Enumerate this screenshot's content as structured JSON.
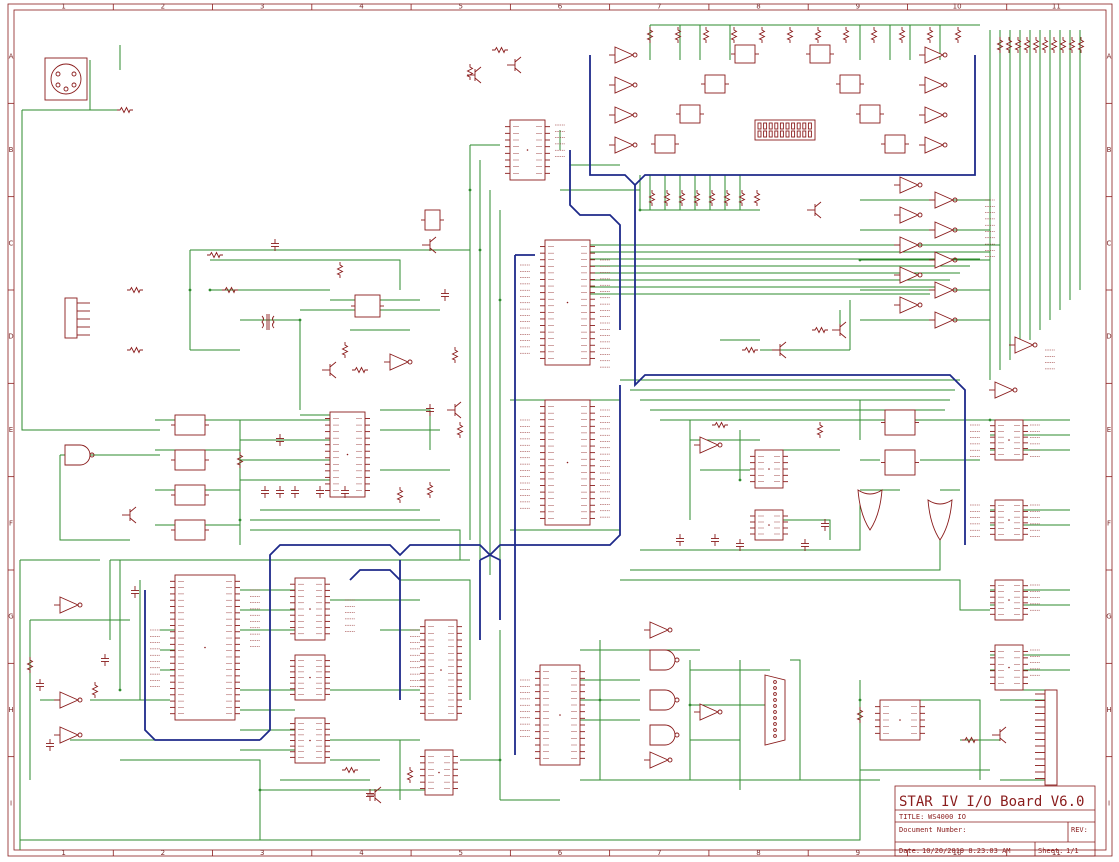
{
  "frame": {
    "columns": [
      "1",
      "2",
      "3",
      "4",
      "5",
      "6",
      "7",
      "8",
      "9",
      "10",
      "11"
    ],
    "rows": [
      "A",
      "B",
      "C",
      "D",
      "E",
      "F",
      "G",
      "H",
      "I"
    ]
  },
  "title_block": {
    "board_name": "STAR IV I/O Board V6.0",
    "title_label": "TITLE:",
    "title_value": "WS4000 IO",
    "document_label": "Document Number:",
    "rev_label": "REV:",
    "date_label": "Date:",
    "date_value": "10/20/2019 8:23:03 AM",
    "sheet_label": "Sheet:",
    "sheet_value": "1/1"
  },
  "colors": {
    "symbol": "#8a1c1c",
    "wire": "#2e8b2e",
    "bus": "#1e2a8a",
    "background": "#ffffff"
  }
}
